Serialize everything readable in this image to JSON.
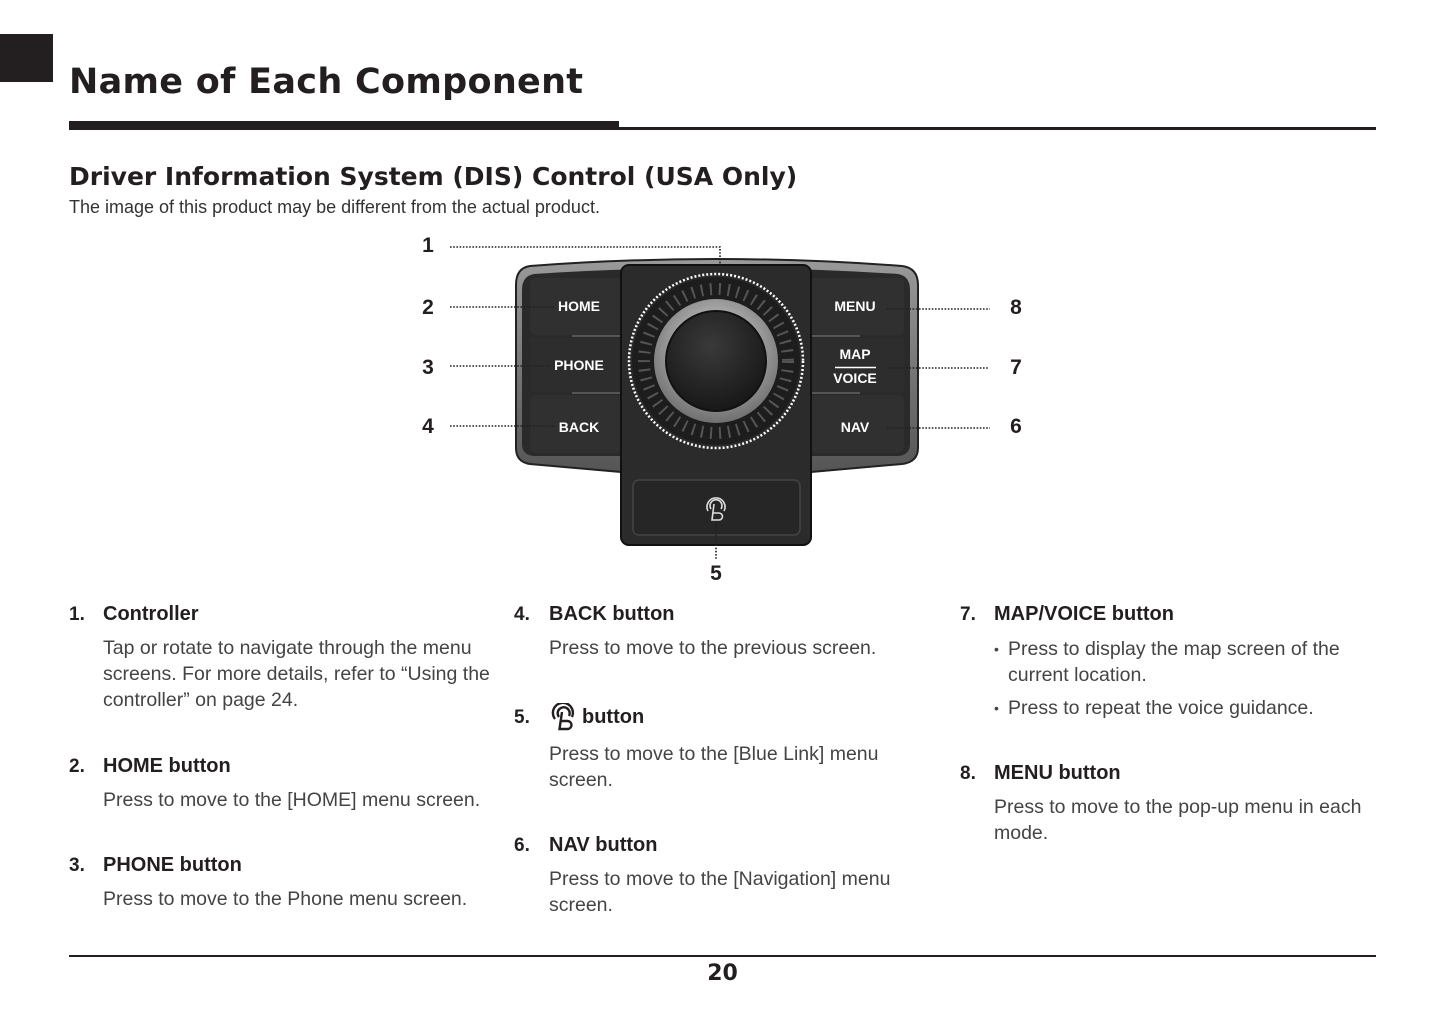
{
  "header": {
    "title": "Name of Each Component"
  },
  "section": {
    "title": "Driver Information System (DIS) Control (USA Only)",
    "note": "The image of this product may be different from the actual product."
  },
  "diagram": {
    "buttons": {
      "home": "HOME",
      "phone": "PHONE",
      "back": "BACK",
      "menu": "MENU",
      "map": "MAP",
      "voice": "VOICE",
      "nav": "NAV"
    },
    "callouts": [
      "1",
      "2",
      "3",
      "4",
      "5",
      "6",
      "7",
      "8"
    ]
  },
  "items": [
    {
      "num": "1.",
      "title": "Controller",
      "desc": [
        "Tap or rotate to navigate through the menu",
        "screens. For more details, refer to “Using the",
        "controller” on page 24."
      ]
    },
    {
      "num": "2.",
      "title": "HOME button",
      "desc": [
        "Press to move to the [HOME] menu screen."
      ]
    },
    {
      "num": "3.",
      "title": "PHONE button",
      "desc": [
        "Press to move to the Phone menu screen."
      ]
    },
    {
      "num": "4.",
      "title": "BACK  button",
      "desc": [
        "Press to move to the previous screen."
      ]
    },
    {
      "num": "5.",
      "title": "button",
      "desc": [
        "Press to move to the [Blue Link] menu",
        "screen."
      ]
    },
    {
      "num": "6.",
      "title": "NAV button",
      "desc": [
        "Press to move to the [Navigation] menu",
        "screen."
      ]
    },
    {
      "num": "7.",
      "title": "MAP/VOICE button",
      "bullets": [
        [
          "Press to display the map screen of the",
          "current location."
        ],
        [
          "Press to repeat the voice guidance."
        ]
      ]
    },
    {
      "num": "8.",
      "title": "MENU button",
      "desc": [
        "Press to move to the pop-up menu in each",
        "mode."
      ]
    }
  ],
  "footer": {
    "page": "20"
  }
}
